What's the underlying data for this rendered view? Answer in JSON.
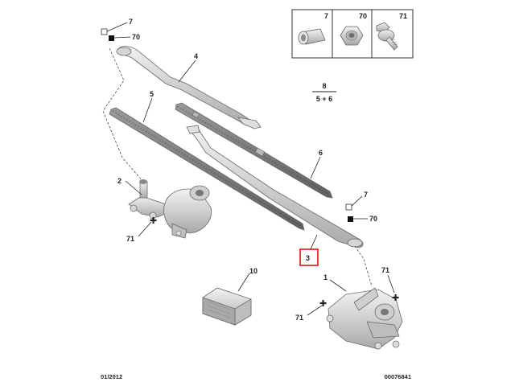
{
  "legend": {
    "items": [
      {
        "ref": "7",
        "icon": "sleeve-icon"
      },
      {
        "ref": "70",
        "icon": "nut-icon"
      },
      {
        "ref": "71",
        "icon": "bolt-icon"
      }
    ]
  },
  "callouts": {
    "c7_top": "7",
    "c70_top": "70",
    "c4": "4",
    "c5": "5",
    "c8_num": "8",
    "c8_den": "5 + 6",
    "c6": "6",
    "c2": "2",
    "c71_left": "71",
    "c7_right": "7",
    "c70_right": "70",
    "c3": "3",
    "c10": "10",
    "c1": "1",
    "c71_bottom_right": "71",
    "c71_bottom_left": "71"
  },
  "footer": {
    "date": "01/2012",
    "reference": "00076841"
  },
  "colors": {
    "highlight_box": "#e01010",
    "part_fill": "#c9c9c9",
    "blade_fill": "#8a8a8a"
  }
}
